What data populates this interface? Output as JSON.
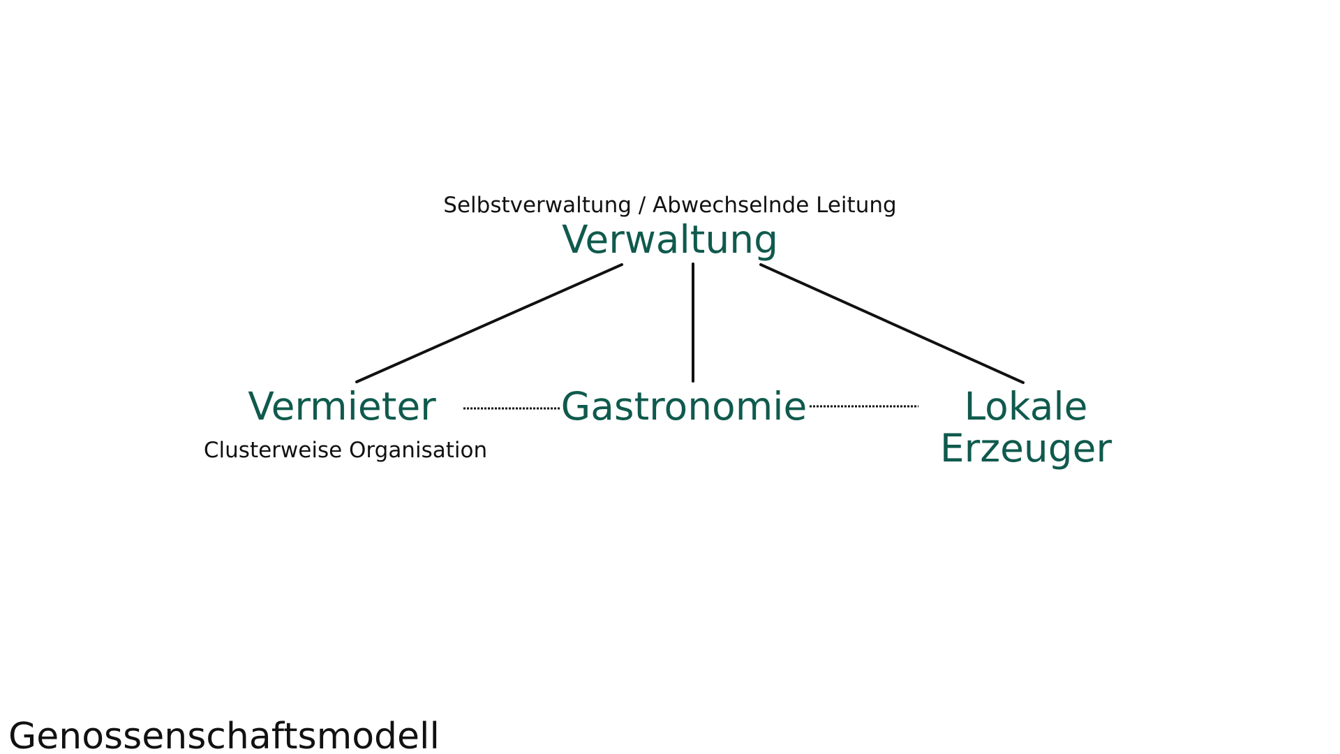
{
  "diagram": {
    "top": {
      "note": "Selbstverwaltung / Abwechselnde Leitung",
      "label": "Verwaltung"
    },
    "left": {
      "label": "Vermieter",
      "note": "Clusterweise Organisation"
    },
    "center": {
      "label": "Gastronomie"
    },
    "right": {
      "line1": "Lokale",
      "line2": "Erzeuger"
    }
  },
  "footer": {
    "title": "Genossenschaftsmodell"
  },
  "colors": {
    "node_text": "#0f5a4d",
    "note_text": "#111111",
    "connector": "#111111"
  }
}
